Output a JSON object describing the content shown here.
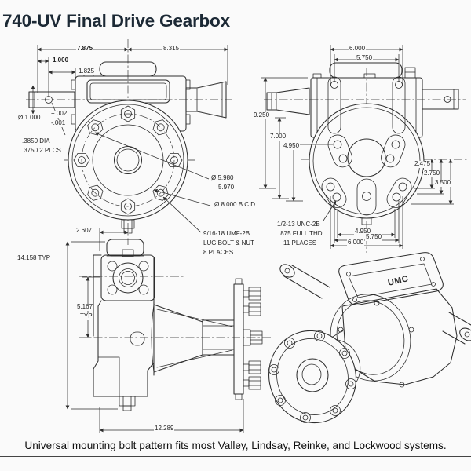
{
  "page": {
    "title": "740-UV Final Drive Gearbox",
    "caption": "Universal mounting bolt pattern fits most Valley, Lindsay, Reinke, and Lockwood systems.",
    "logo": "UMC",
    "colors": {
      "line": "#2d2d2d",
      "title": "#1c2935",
      "background": "#fafafa"
    }
  },
  "front_view": {
    "dim_width_left": "7.875",
    "dim_width_right": "8.315",
    "dim_shaft_hole": "1.000",
    "dim_hole_face": "1.825",
    "shaft_dia": "Ø 1.000",
    "shaft_tol_plus": "+.002",
    "shaft_tol_minus": "-.001",
    "pin_dia": ".3850 DIA",
    "pin_dia_note": ".3750 2 PLCS",
    "pilot_dia": "Ø 5.980",
    "pilot_dia_min": "5.970",
    "bolt_circle": "Ø 8.000 B.C.D",
    "lug_note_1": "9/16-18 UMF-2B",
    "lug_note_2": "LUG BOLT & NUT",
    "lug_note_3": "8 PLACES"
  },
  "rear_view": {
    "dim_top_outer": "6.000",
    "dim_top_inner": "5.750",
    "dim_height": "9.250",
    "dim_height_mid": "7.000",
    "dim_height_low": "4.950",
    "dim_right_1": "2.475",
    "dim_right_2": "2.750",
    "dim_right_3": "3.500",
    "dim_bottom_inner": "4.950",
    "dim_bottom_mid": "5.750",
    "dim_bottom_outer": "6.000",
    "thread_note_1": "1/2-13 UNC-2B",
    "thread_note_2": ".875 FULL THD",
    "thread_note_3": "11 PLACES"
  },
  "side_view": {
    "dim_offset": "2.607",
    "dim_height": "14.158 TYP",
    "dim_center": "5.167",
    "dim_center_typ": "TYP",
    "dim_length": "12.289"
  }
}
